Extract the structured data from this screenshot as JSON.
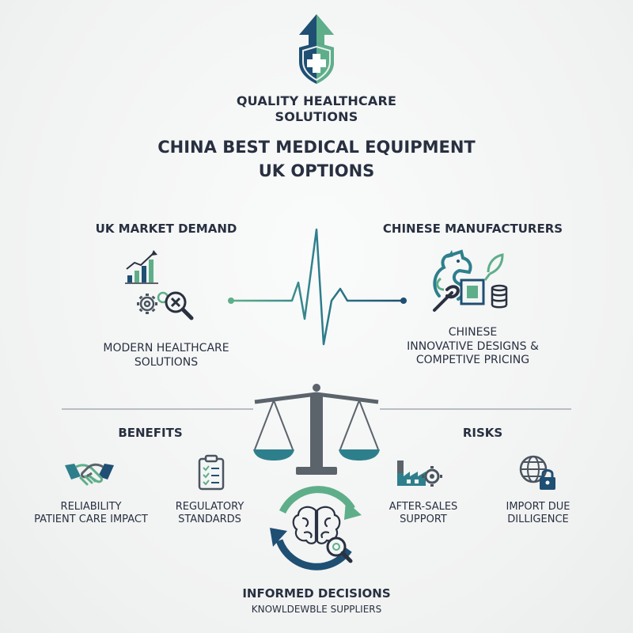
{
  "header": {
    "tagline_line1": "QUALITY HEALTHCARE",
    "tagline_line2": "SOLUTIONS",
    "title_line1": "CHINA BEST MEDICAL EQUIPMENT",
    "title_line2": "UK OPTIONS"
  },
  "left_panel": {
    "heading": "UK MARKET DEMAND",
    "caption_line1": "MODERN HEALTHCARE",
    "caption_line2": "SOLUTIONS"
  },
  "right_panel": {
    "heading": "CHINESE MANUFACTURERS",
    "caption_line1": "CHINESE",
    "caption_line2": "INNOVATIVE DESIGNS &",
    "caption_line3": "COMPETIVE PRICING"
  },
  "benefits": {
    "heading": "BENEFITS",
    "items": [
      {
        "line1": "RELIABILITY",
        "line2": "PATIENT CARE IMPACT"
      },
      {
        "line1": "REGULATORY",
        "line2": "STANDARDS"
      }
    ]
  },
  "risks": {
    "heading": "RISKS",
    "items": [
      {
        "line1": "AFTER-SALES",
        "line2": "SUPPORT"
      },
      {
        "line1": "IMPORT DUE",
        "line2": "DILLIGENCE"
      }
    ]
  },
  "footer": {
    "title": "INFORMED DECISIONS",
    "subtitle": "KNOWLDEWBLE SUPPLIERS"
  },
  "colors": {
    "navy": "#1f4f73",
    "teal": "#2e7f8c",
    "green": "#5fae8a",
    "text": "#283040",
    "gray": "#5b636b"
  },
  "icons": [
    "shield-arrow-icon",
    "bar-chart-icon",
    "gears-magnifier-icon",
    "heartbeat-line-icon",
    "dragon-tools-icon",
    "balance-scale-icon",
    "handshake-icon",
    "checklist-icon",
    "factory-gear-icon",
    "globe-lock-icon",
    "brain-cycle-icon"
  ]
}
